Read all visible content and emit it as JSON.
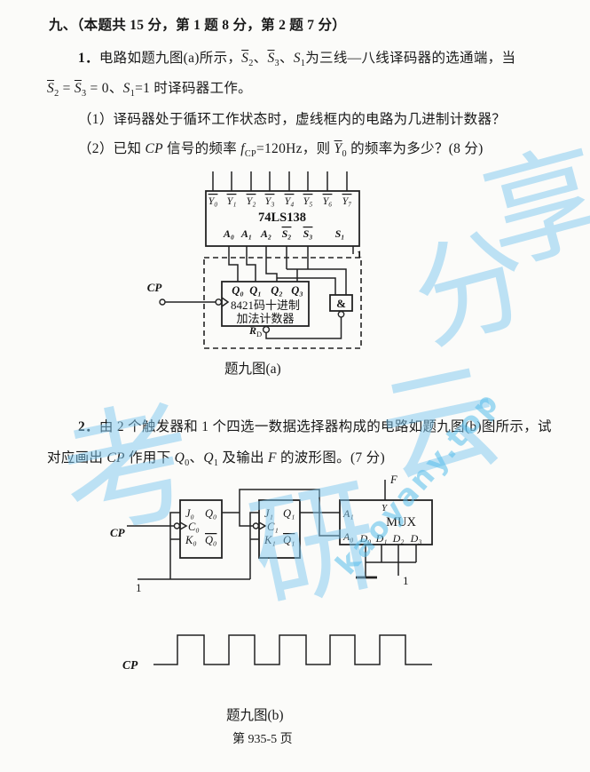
{
  "header": {
    "segments": [
      {
        "t": "九、（本题共 15 分，第 1 题 8 分，第 2 题 7 分）",
        "c": "b"
      }
    ]
  },
  "q1": {
    "line1": [
      {
        "t": "1．",
        "c": "b"
      },
      {
        "t": "电路如题九图(a)所示，",
        "c": ""
      },
      {
        "t": "S",
        "c": "ov"
      },
      {
        "t": "2",
        "c": "sb"
      },
      {
        "t": "、",
        "c": ""
      },
      {
        "t": "S",
        "c": "ov"
      },
      {
        "t": "3",
        "c": "sb"
      },
      {
        "t": "、",
        "c": ""
      },
      {
        "t": "S",
        "c": "it"
      },
      {
        "t": "1",
        "c": "sb"
      },
      {
        "t": "为三线—八线译码器的选通端，当",
        "c": ""
      }
    ],
    "line2": [
      {
        "t": "S",
        "c": "ov"
      },
      {
        "t": "2",
        "c": "sb"
      },
      {
        "t": " = ",
        "c": ""
      },
      {
        "t": "S",
        "c": "ov"
      },
      {
        "t": "3",
        "c": "sb"
      },
      {
        "t": " = 0、",
        "c": ""
      },
      {
        "t": "S",
        "c": "it"
      },
      {
        "t": "1",
        "c": "sb"
      },
      {
        "t": "=1 时译码器工作。",
        "c": ""
      }
    ],
    "item1": [
      {
        "t": "（1）译码器处于循环工作状态时，虚线框内的电路为几进制计数器？",
        "c": ""
      }
    ],
    "item2": [
      {
        "t": "（2）已知 ",
        "c": ""
      },
      {
        "t": "CP",
        "c": "it"
      },
      {
        "t": " 信号的频率 ",
        "c": ""
      },
      {
        "t": "f",
        "c": "it"
      },
      {
        "t": "CP",
        "c": "sb"
      },
      {
        "t": "=120Hz，则 ",
        "c": ""
      },
      {
        "t": "Y",
        "c": "ov"
      },
      {
        "t": "0",
        "c": "sb"
      },
      {
        "t": " 的频率为多少？(8 分)",
        "c": ""
      }
    ]
  },
  "q2": {
    "line1": [
      {
        "t": "2．",
        "c": "b"
      },
      {
        "t": "由 2 个触发器和 1 个四选一数据选择器构成的电路如题九图(b)图所示，试",
        "c": ""
      }
    ],
    "line2": [
      {
        "t": "对应画出 ",
        "c": ""
      },
      {
        "t": "CP",
        "c": "it"
      },
      {
        "t": " 作用下 ",
        "c": ""
      },
      {
        "t": "Q",
        "c": "it"
      },
      {
        "t": "0",
        "c": "sb"
      },
      {
        "t": "、",
        "c": ""
      },
      {
        "t": "Q",
        "c": "it"
      },
      {
        "t": "1",
        "c": "sb"
      },
      {
        "t": " 及输出 ",
        "c": ""
      },
      {
        "t": "F",
        "c": "it"
      },
      {
        "t": " 的波形图。(7 分)",
        "c": ""
      }
    ]
  },
  "figA": {
    "y_out": [
      "Y₀",
      "Y₁",
      "Y₂",
      "Y₃",
      "Y₄",
      "Y₅",
      "Y₆",
      "Y₇"
    ],
    "chip": "74LS138",
    "a0": "A₀",
    "a1": "A₁",
    "a2": "A₂",
    "s2": "S₂",
    "s3": "S₃",
    "s1": "S₁",
    "s1_val": "1",
    "cp": "CP",
    "q": [
      "Q₀",
      "Q₁",
      "Q₂",
      "Q₃"
    ],
    "cnt1": "8421码十进制",
    "cnt2": "加法计数器",
    "rd_r": "R",
    "rd_d": "D",
    "and_sym": "&",
    "caption": "题九图(a)"
  },
  "figB": {
    "cp": "CP",
    "one": "1",
    "j0": "J₀",
    "q0": "Q₀",
    "c0": "C₀",
    "k0": "K₀",
    "qb0": "Q₀",
    "j1": "J₁",
    "q1": "Q₁",
    "c1": "C₁",
    "k1": "K₁",
    "qb1": "Q₁",
    "a1": "A₁",
    "a0": "A₀",
    "y": "Y",
    "mux": "MUX",
    "d": [
      "D₀",
      "D₁",
      "D₂",
      "D₃"
    ],
    "d_one": "1",
    "f": "F",
    "caption": "题九图(b)"
  },
  "wave": {
    "cp": "CP"
  },
  "footer": {
    "page": "第 935-5 页"
  },
  "watermark": {
    "chars": [
      "考",
      "研",
      "云",
      "分",
      "享"
    ],
    "site": "kaoyany.top"
  }
}
